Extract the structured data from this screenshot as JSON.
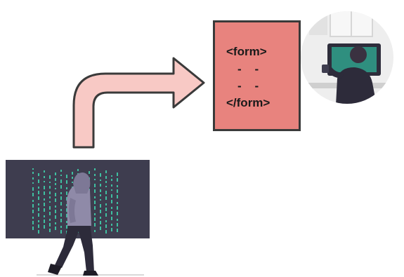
{
  "form_box": {
    "open_tag": "<form>",
    "placeholder_line_1": "-    -",
    "placeholder_line_2": "-    -",
    "close_tag": "</form>"
  },
  "colors": {
    "form_fill": "#e8837e",
    "arrow_fill": "#f8c9c5",
    "outline": "#3a3a3a",
    "hacker_screen": "#3e3d4f",
    "matrix_code": "#3fbfa0",
    "hoodie": "#8f8aa8",
    "pants": "#2d2b3a"
  },
  "icons": {
    "arrow": "curved-arrow-icon",
    "hacker": "hooded-hacker-illustration",
    "user": "user-at-computer-illustration"
  }
}
